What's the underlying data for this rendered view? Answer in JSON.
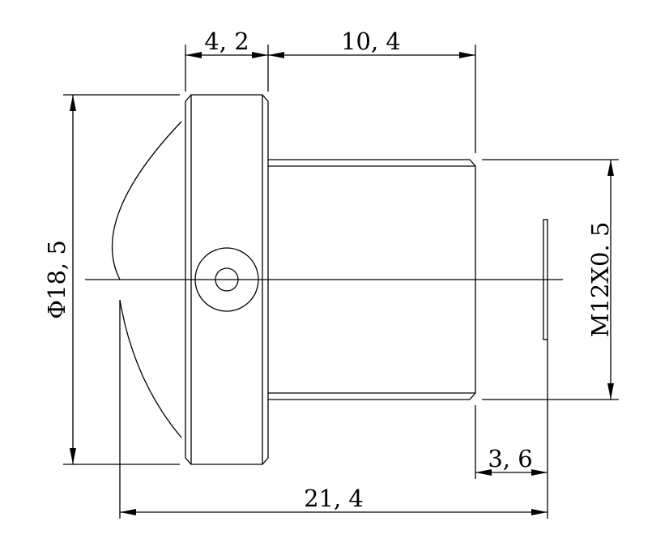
{
  "drawing": {
    "dimensions": {
      "flange_width": "4, 2",
      "barrel_length": "10, 4",
      "diameter": "Φ18, 5",
      "thread": "M12X0. 5",
      "back_focus": "3, 6",
      "total_length": "21, 4"
    },
    "line_color": "#000000"
  }
}
